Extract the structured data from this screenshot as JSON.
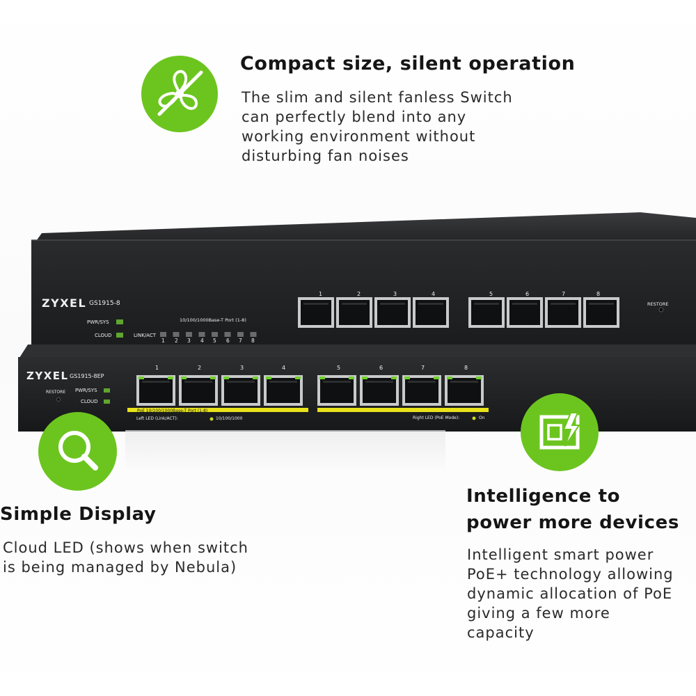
{
  "features": {
    "compact": {
      "icon": "fan-off-icon",
      "title": "Compact size, silent operation",
      "lines": [
        "The slim and silent fanless Switch",
        "can perfectly blend into any",
        "working environment without",
        "disturbing fan noises"
      ]
    },
    "display": {
      "icon": "magnifier-icon",
      "title": "Simple Display",
      "lines": [
        "Cloud LED (shows when switch",
        "is being managed by Nebula)"
      ]
    },
    "power": {
      "icon": "poe-power-icon",
      "title_lines": [
        "Intelligence to",
        "power more devices"
      ],
      "lines": [
        "Intelligent smart power",
        "PoE+ technology allowing",
        "dynamic allocation of PoE",
        "giving a few more",
        "capacity"
      ]
    }
  },
  "colors": {
    "accent_green": "#6cc51f",
    "poe_yellow": "#e8e21a",
    "device_black": "#1c1d1f"
  },
  "top_switch": {
    "brand": "ZYXEL",
    "model": "GS1915-8",
    "led_pwr": "PWR/SYS",
    "led_cloud": "CLOUD",
    "port_caption": "10/100/1000Base-T Port (1-8)",
    "link_label": "LINK/ACT",
    "ports": [
      "1",
      "2",
      "3",
      "4",
      "5",
      "6",
      "7",
      "8"
    ],
    "restore": "RESTORE"
  },
  "bottom_switch": {
    "brand": "ZYXEL",
    "model": "GS1915-8EP",
    "led_pwr": "PWR/SYS",
    "led_cloud": "CLOUD",
    "restore": "RESTORE",
    "ports": [
      "1",
      "2",
      "3",
      "4",
      "5",
      "6",
      "7",
      "8"
    ],
    "poe_caption": "PoE 10/100/1000Base-T Port (1-8)",
    "left_led": "Left LED (Link/ACT):",
    "left_led_value": "10/100/1000",
    "right_led": "Right LED (PoE Mode):",
    "right_led_value": "On"
  }
}
